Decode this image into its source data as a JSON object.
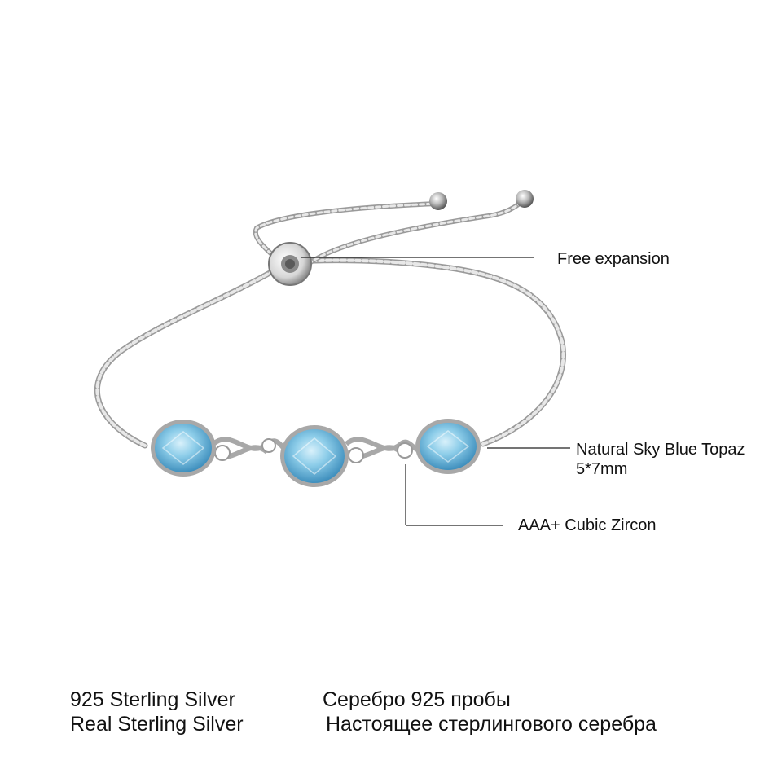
{
  "callouts": {
    "expansion": "Free expansion",
    "topaz_line1": "Natural Sky Blue Topaz",
    "topaz_line2": "5*7mm",
    "zircon": "AAA+ Cubic Zircon"
  },
  "captions": {
    "en_line1": "925 Sterling Silver",
    "en_line2": "Real Sterling Silver",
    "ru_line1": "Серебро 925 пробы",
    "ru_line2": "Настоящее стерлингового серебра"
  },
  "colors": {
    "silver": "#bdbdbd",
    "topaz": "#7fc6e6",
    "topaz_deep": "#3f8fbd",
    "leader_line": "#222222",
    "text": "#111111"
  }
}
